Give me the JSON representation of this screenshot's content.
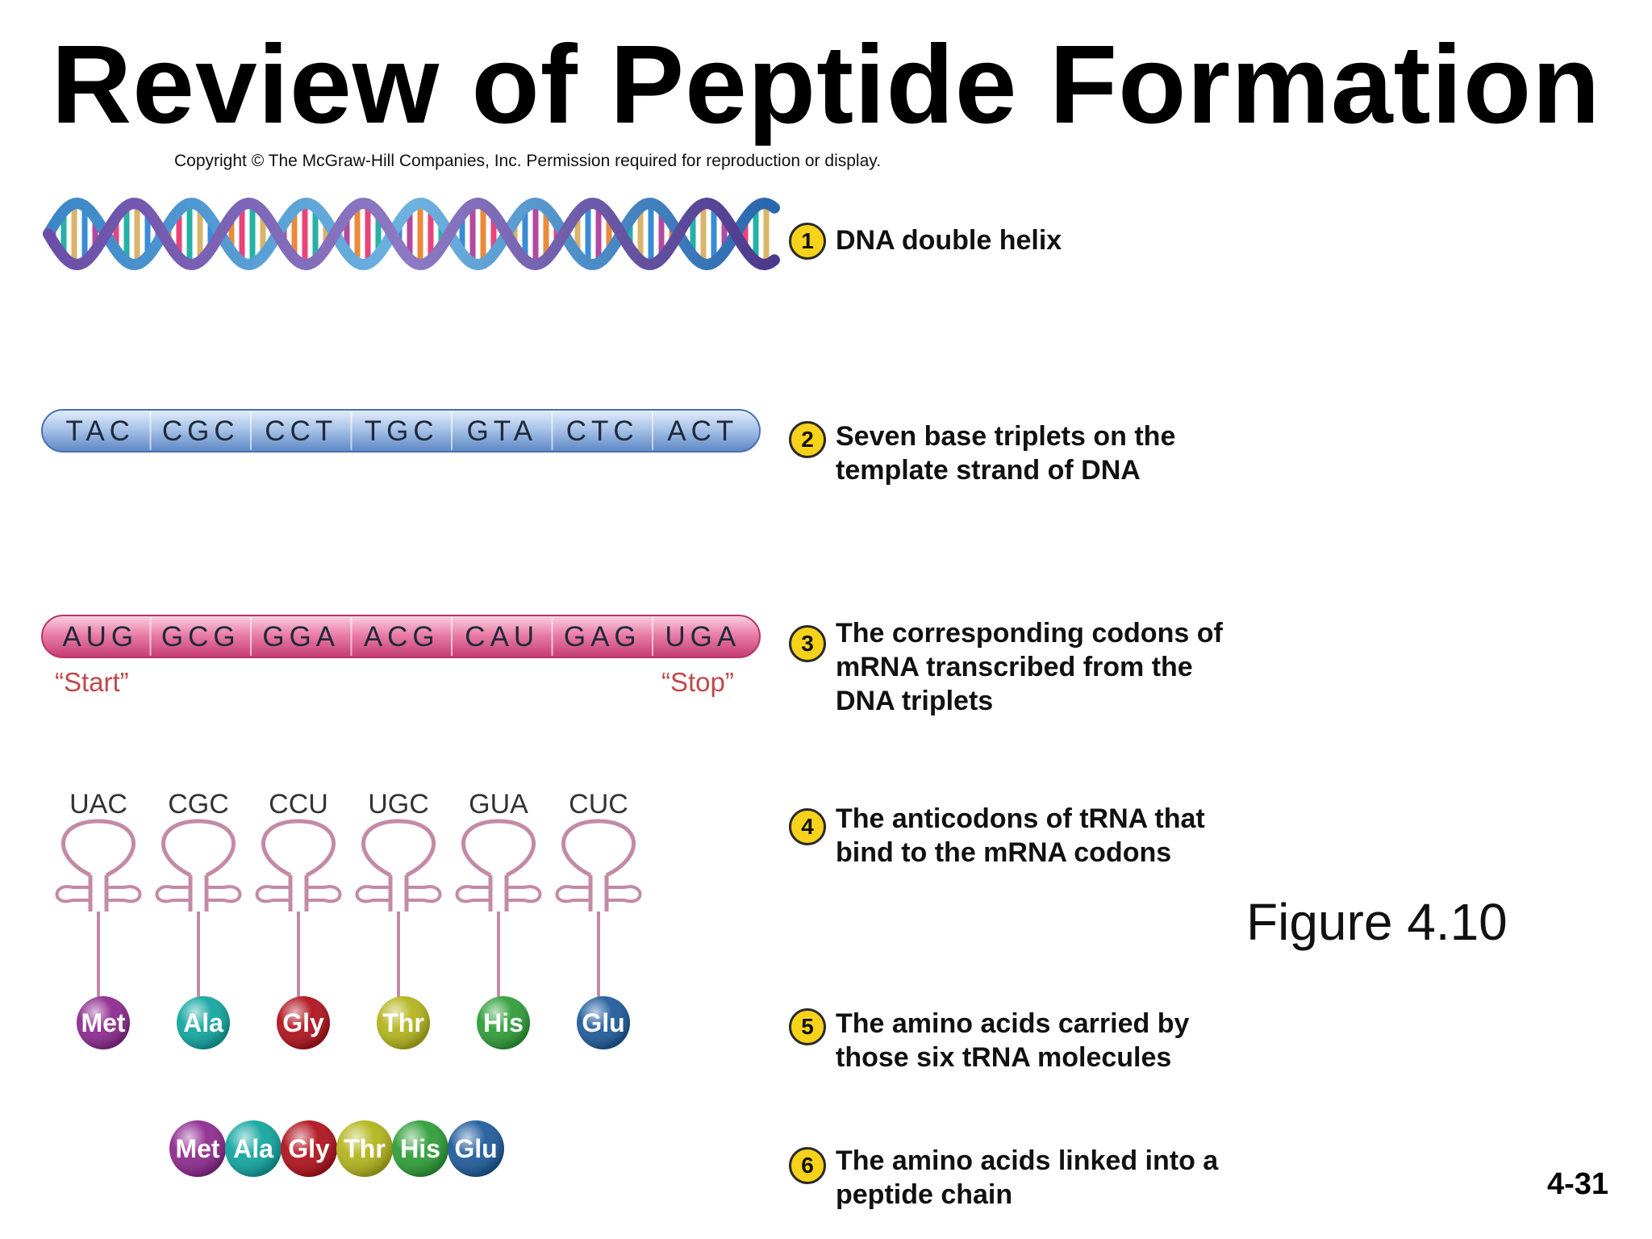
{
  "title": "Review of Peptide Formation",
  "copyright": "Copyright © The McGraw-Hill Companies, Inc. Permission required for reproduction or display.",
  "figure_ref": "Figure 4.10",
  "slide_number": "4-31",
  "steps": [
    {
      "number": "1",
      "text": "DNA double helix"
    },
    {
      "number": "2",
      "text": "Seven base triplets on the template strand of DNA"
    },
    {
      "number": "3",
      "text": "The corresponding codons of mRNA transcribed from the DNA triplets"
    },
    {
      "number": "4",
      "text": "The anticodons of tRNA that bind to the mRNA codons"
    },
    {
      "number": "5",
      "text": "The amino acids carried by those six tRNA molecules"
    },
    {
      "number": "6",
      "text": "The amino acids linked into a peptide chain"
    }
  ],
  "dna_triplets": [
    "TAC",
    "CGC",
    "CCT",
    "TGC",
    "GTA",
    "CTC",
    "ACT"
  ],
  "mrna_codons": [
    "AUG",
    "GCG",
    "GGA",
    "ACG",
    "CAU",
    "GAG",
    "UGA"
  ],
  "mrna_start_label": "“Start”",
  "mrna_stop_label": "“Stop”",
  "trnas": [
    {
      "anticodon": "UAC",
      "amino_acid": "Met",
      "color": "#8e2a8f"
    },
    {
      "anticodon": "CGC",
      "amino_acid": "Ala",
      "color": "#12a6a0"
    },
    {
      "anticodon": "CCU",
      "amino_acid": "Gly",
      "color": "#b0121d"
    },
    {
      "anticodon": "UGC",
      "amino_acid": "Thr",
      "color": "#b3b51c"
    },
    {
      "anticodon": "GUA",
      "amino_acid": "His",
      "color": "#2f9e38"
    },
    {
      "anticodon": "CUC",
      "amino_acid": "Glu",
      "color": "#1f5c9c"
    }
  ],
  "colors": {
    "badge": "#f7d21a",
    "dna_bar": "#a9c4e8",
    "mrna_bar": "#ea7fa8",
    "trna_line": "#c48aa5",
    "start_stop_text": "#c0484a"
  }
}
